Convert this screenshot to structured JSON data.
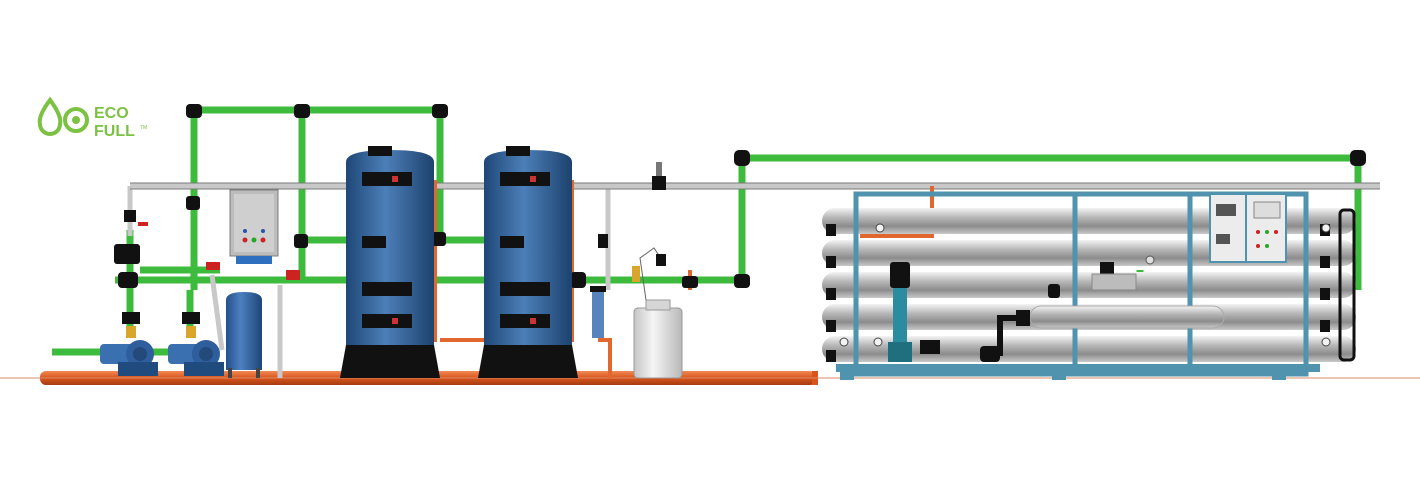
{
  "logo": {
    "line1": "ECO",
    "line2": "FULL",
    "trademark": "TM",
    "color": "#7cc242"
  },
  "colors": {
    "green_pipe": "#3dbb3d",
    "grey_pipe": "#c8c8c8",
    "orange_pipe": "#e2672e",
    "tank_blue": "#2f5f95",
    "frame_blue": "#4f93ae",
    "membrane_silver": "#d0d0d0",
    "pump_blue": "#3a6fb0",
    "panel_grey": "#bcbcbc"
  },
  "icons": {
    "pump": "pump-icon",
    "valve": "valve-icon",
    "gauge": "pressure-gauge-icon"
  }
}
